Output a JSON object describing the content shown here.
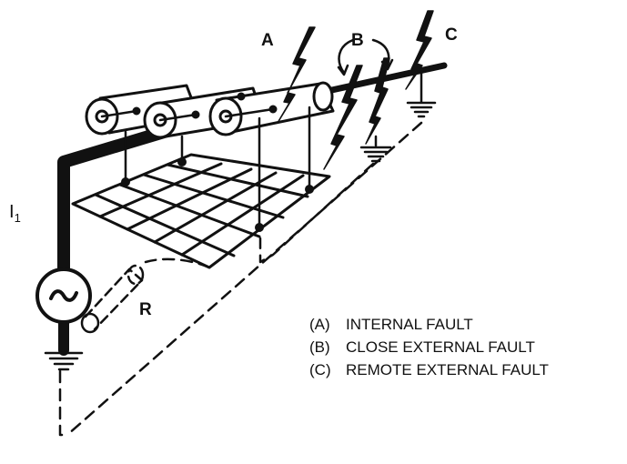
{
  "labels": {
    "a": "A",
    "b": "B",
    "c": "C",
    "i_main": "I",
    "i_sub": "1",
    "r": "R"
  },
  "legend": [
    {
      "key": "(A)",
      "text": "INTERNAL FAULT"
    },
    {
      "key": "(B)",
      "text": "CLOSE EXTERNAL FAULT"
    },
    {
      "key": "(C)",
      "text": "REMOTE EXTERNAL FAULT"
    }
  ],
  "colors": {
    "ink": "#111111",
    "background": "#ffffff"
  }
}
